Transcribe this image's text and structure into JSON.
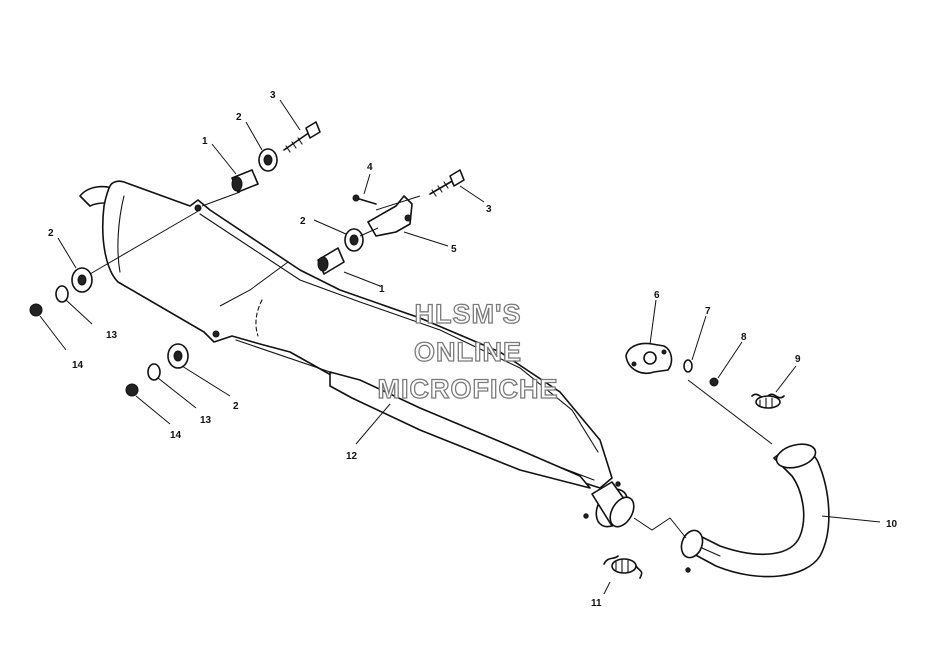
{
  "watermark": {
    "line1": "HLSM'S",
    "line2": "ONLINE",
    "line3": "MICROFICHE"
  },
  "callouts": [
    {
      "id": "c1a",
      "text": "1"
    },
    {
      "id": "c2a",
      "text": "2"
    },
    {
      "id": "c3a",
      "text": "3"
    },
    {
      "id": "c4",
      "text": "4"
    },
    {
      "id": "c3b",
      "text": "3"
    },
    {
      "id": "c2b",
      "text": "2"
    },
    {
      "id": "c5",
      "text": "5"
    },
    {
      "id": "c1b",
      "text": "1"
    },
    {
      "id": "c2c",
      "text": "2"
    },
    {
      "id": "c13a",
      "text": "13"
    },
    {
      "id": "c14a",
      "text": "14"
    },
    {
      "id": "c2d",
      "text": "2"
    },
    {
      "id": "c13b",
      "text": "13"
    },
    {
      "id": "c14b",
      "text": "14"
    },
    {
      "id": "c12",
      "text": "12"
    },
    {
      "id": "c6",
      "text": "6"
    },
    {
      "id": "c7",
      "text": "7"
    },
    {
      "id": "c8",
      "text": "8"
    },
    {
      "id": "c9",
      "text": "9"
    },
    {
      "id": "c10",
      "text": "10"
    },
    {
      "id": "c11",
      "text": "11"
    }
  ]
}
